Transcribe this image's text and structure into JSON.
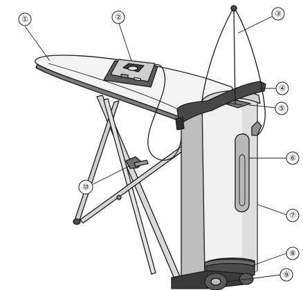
{
  "callouts": [
    {
      "id": "1",
      "label": "①"
    },
    {
      "id": "2",
      "label": "②"
    },
    {
      "id": "3",
      "label": "③"
    },
    {
      "id": "4",
      "label": "④"
    },
    {
      "id": "5",
      "label": "⑤"
    },
    {
      "id": "6",
      "label": "⑥"
    },
    {
      "id": "7",
      "label": "⑦"
    },
    {
      "id": "8",
      "label": "⑧"
    },
    {
      "id": "9",
      "label": "⑨"
    },
    {
      "id": "10",
      "label": "⑩"
    }
  ],
  "colors": {
    "outline": "#1a1a1a",
    "board_top": "#f3f3f3",
    "board_edge": "#7d7d7d",
    "iron_body": "#5e5e5e",
    "iron_top": "#cfcfcf",
    "tower_light": "#f0f0f0",
    "tower_shade": "#bdbdbd",
    "handle_dark": "#474747",
    "base_dark": "#4b4b4b"
  }
}
